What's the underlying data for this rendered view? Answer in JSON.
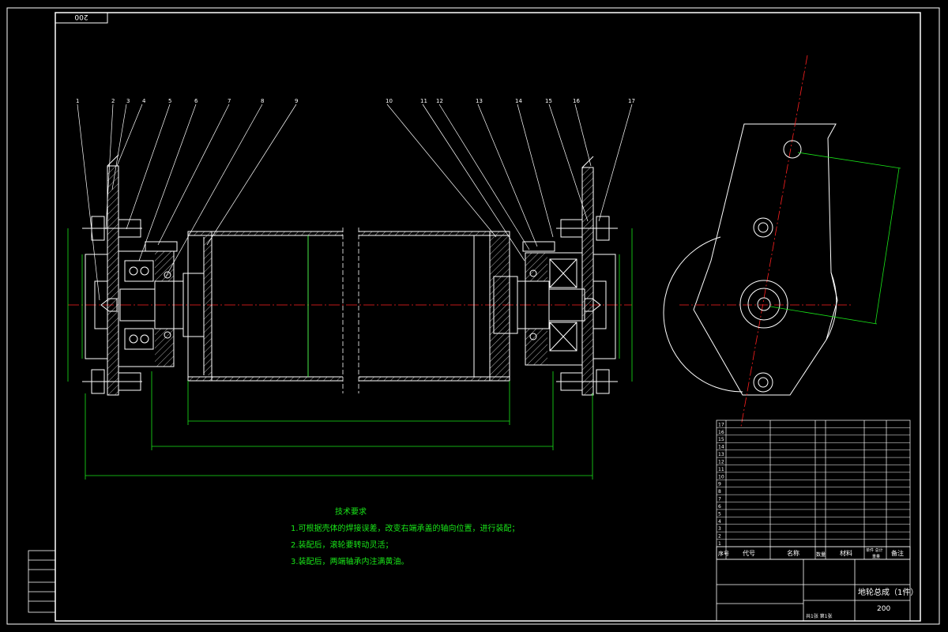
{
  "sheet": {
    "corner_code": "200",
    "colors": {
      "background": "#000000",
      "frame": "#ffffff",
      "centerline": "#ff2020",
      "dimension": "#19e619",
      "part": "#ffffff"
    }
  },
  "leaders": {
    "left": [
      "1",
      "2",
      "3",
      "4",
      "5",
      "6",
      "7",
      "8",
      "9"
    ],
    "right": [
      "10",
      "11",
      "12",
      "13",
      "14",
      "15",
      "16",
      "17"
    ]
  },
  "technical_requirements": {
    "title": "技术要求",
    "items": [
      "1.可根据壳体的焊接误差，改变右端承盖的轴向位置，进行装配；",
      "2.装配后，滚轮要转动灵活；",
      "3.装配后，两端轴承内注满黄油。"
    ]
  },
  "bom": {
    "header": {
      "seq": "序号",
      "code": "代号",
      "name": "名称",
      "qty": "数量",
      "material": "材料",
      "single_total": "单件 总计",
      "weight": "重量",
      "remark": "备注"
    },
    "rows": [
      {
        "no": "17"
      },
      {
        "no": "16"
      },
      {
        "no": "15"
      },
      {
        "no": "14"
      },
      {
        "no": "13"
      },
      {
        "no": "12"
      },
      {
        "no": "11"
      },
      {
        "no": "10"
      },
      {
        "no": "9"
      },
      {
        "no": "8"
      },
      {
        "no": "7"
      },
      {
        "no": "6"
      },
      {
        "no": "5"
      },
      {
        "no": "4"
      },
      {
        "no": "3"
      },
      {
        "no": "2"
      },
      {
        "no": "1"
      }
    ]
  },
  "title_block": {
    "drawing_name": "地轮总成（1件）",
    "drawing_number": "200",
    "sheet_info": "共1张 第1张"
  }
}
